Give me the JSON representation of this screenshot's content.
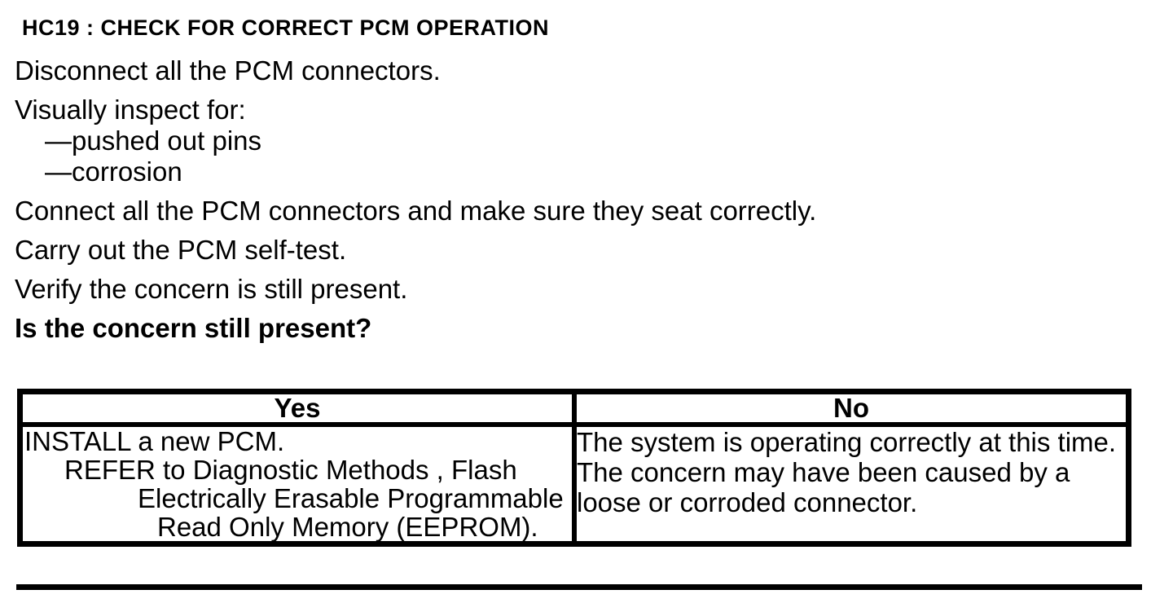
{
  "procedure": {
    "title": "HC19 : CHECK FOR CORRECT PCM OPERATION",
    "steps": {
      "disconnect": "Disconnect all the PCM connectors.",
      "inspect_intro": "Visually inspect for:",
      "inspect_items": [
        "—pushed out pins",
        "—corrosion"
      ],
      "connect": "Connect all the PCM connectors and make sure they seat correctly.",
      "self_test": "Carry out the PCM self-test.",
      "verify": "Verify the concern is still present.",
      "question": "Is the concern still present?"
    }
  },
  "results_table": {
    "yes_header": "Yes",
    "no_header": "No",
    "yes_lines": [
      "INSTALL a new PCM.",
      "REFER to Diagnostic Methods , Flash",
      "Electrically Erasable Programmable",
      "Read Only Memory (EEPROM)."
    ],
    "no_lines": [
      "The system is operating correctly at this time.",
      "The concern may have been caused by a",
      "loose or corroded connector."
    ]
  },
  "colors": {
    "text": "#000000",
    "background": "#ffffff",
    "border": "#000000"
  }
}
